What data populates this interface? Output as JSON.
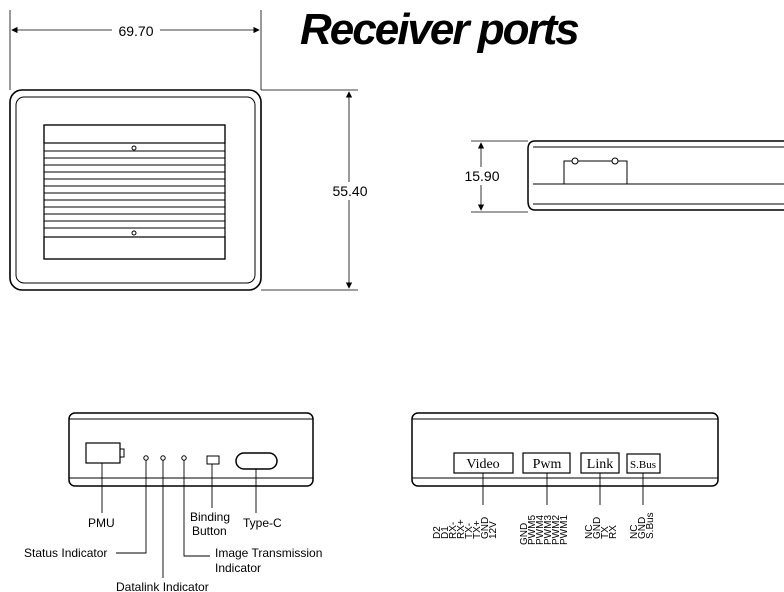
{
  "title": "Receiver ports",
  "dimensions": {
    "width": "69.70",
    "height": "55.40",
    "thickness": "15.90"
  },
  "front_labels": {
    "pmu": "PMU",
    "status": "Status Indicator",
    "datalink": "Datalink Indicator",
    "binding_1": "Binding",
    "binding_2": "Button",
    "typec": "Type-C",
    "image_tx_1": "Image Transmission",
    "image_tx_2": "Indicator"
  },
  "ports": {
    "video": {
      "label": "Video",
      "pins": [
        "D2",
        "D1",
        "RX-",
        "RX+",
        "TX-",
        "TX+",
        "GND",
        "12V"
      ]
    },
    "pwm": {
      "label": "Pwm",
      "pins": [
        "GND",
        "PWM5",
        "PWM4",
        "PWM3",
        "PWM2",
        "PWM1"
      ]
    },
    "link": {
      "label": "Link",
      "pins": [
        "NC",
        "GND",
        "TX",
        "RX"
      ]
    },
    "sbus": {
      "label": "S.Bus",
      "pins": [
        "NC",
        "GND",
        "S.Bus"
      ]
    }
  }
}
